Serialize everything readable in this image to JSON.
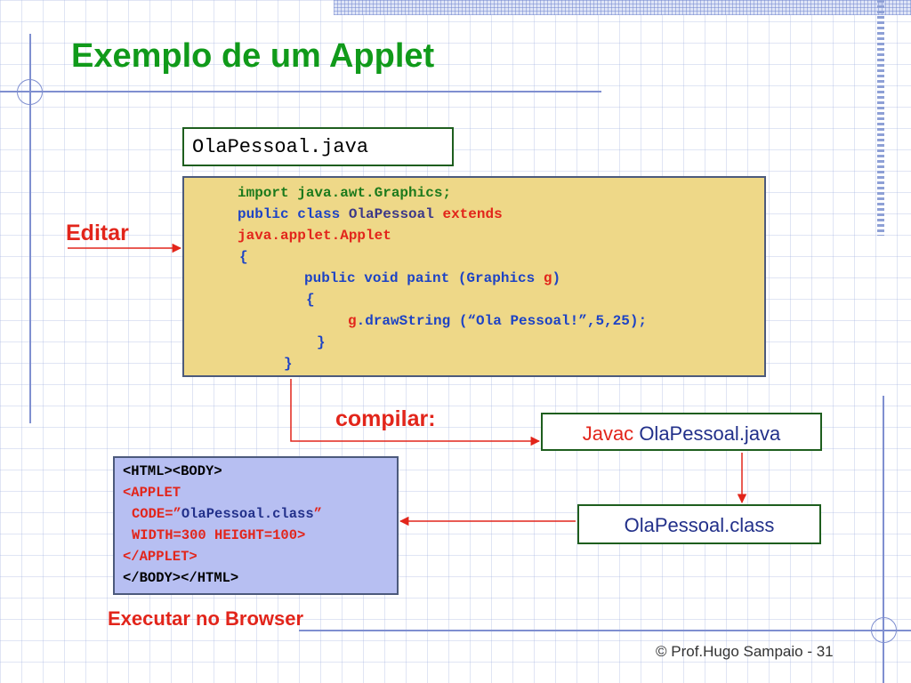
{
  "slide": {
    "title": "Exemplo de um Applet",
    "file_label": "OlaPessoal.java",
    "footer": "© Prof.Hugo Sampaio - 31"
  },
  "code": {
    "l1": "import java.awt.Graphics;",
    "l2_public": "public",
    "l2_class": "class",
    "l2_name": "OlaPessoal",
    "l2_extends": "extends",
    "l3": "java.applet.Applet",
    "l4": "{",
    "l5_sig": "public void paint (Graphics",
    "l5_g": "g",
    "l5_close": ")",
    "l6": "{",
    "l7_g": "g",
    "l7_rest": ".drawString (“Ola Pessoal!”,5,25);",
    "l8": "}",
    "l9": "}"
  },
  "labels": {
    "editar": "Editar",
    "compilar": "compilar:",
    "executar": "Executar no Browser"
  },
  "javac": {
    "cmd": "Javac",
    "file": "OlaPessoal.java"
  },
  "class_file": "OlaPessoal.class",
  "html_code": {
    "l1": "<HTML><BODY>",
    "l2": "<APPLET",
    "l3_a": "CODE=”",
    "l3_b": "OlaPessoal.class",
    "l3_c": "”",
    "l4": "WIDTH=300 HEIGHT=100>",
    "l5": "</APPLET>",
    "l6": "</BODY></HTML>"
  },
  "colors": {
    "title": "#109a1a",
    "accent_red": "#e2251b",
    "code_bg": "#eed888",
    "html_bg": "#b7bff2"
  }
}
